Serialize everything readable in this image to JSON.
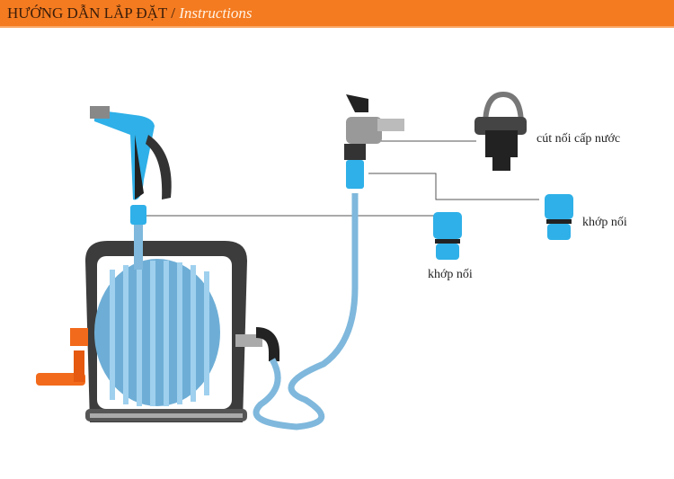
{
  "header": {
    "title": "HƯỚNG DẪN LẮP ĐẶT",
    "separator": " / ",
    "subtitle": "Instructions"
  },
  "labels": {
    "faucet_connector": "cút nối cấp nước",
    "connector_right": "khớp nối",
    "connector_left": "khớp nối"
  },
  "colors": {
    "header": "#f47b20",
    "hose": "#7fb8dc",
    "fitting": "#2fb0e8",
    "reel": "#3a3a3a",
    "handle": "#f26a1b"
  }
}
